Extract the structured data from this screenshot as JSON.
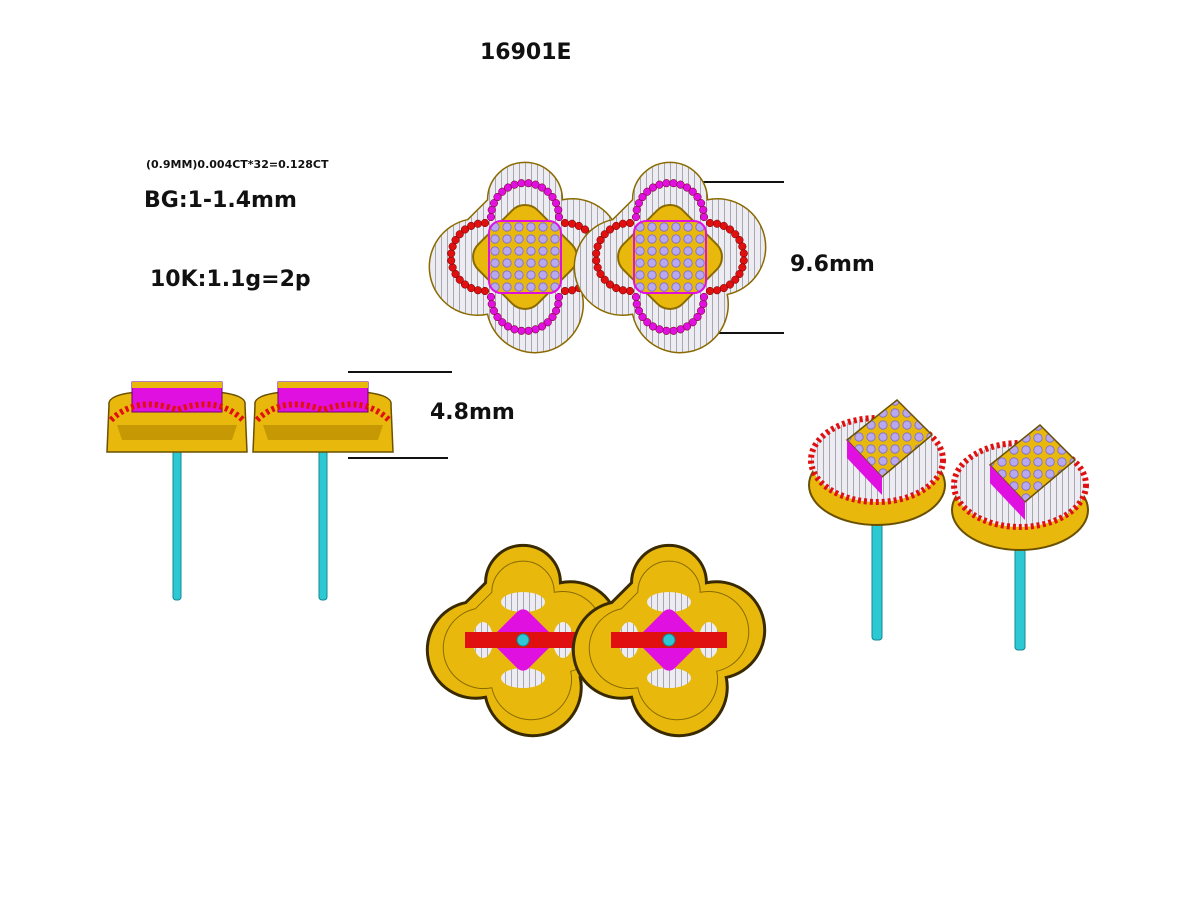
{
  "drawing": {
    "model_code": "16901E",
    "stone_spec": "(0.9MM)0.004CT*32=0.128CT",
    "baguette_spec": "BG:1-1.4mm",
    "metal_weight": "10K:1.1g=2p",
    "dim_width": "9.6mm",
    "dim_height": "4.8mm"
  },
  "views": [
    {
      "name": "top-view-pair"
    },
    {
      "name": "side-view-pair"
    },
    {
      "name": "perspective-view-pair"
    },
    {
      "name": "back-view-pair"
    }
  ],
  "colors": {
    "gold": "#e8b90c",
    "gold_dark": "#8a6a00",
    "magenta": "#e010e0",
    "red": "#e01010",
    "post": "#2cc8d4",
    "diamond": "#d8d8e8",
    "center_stones": "#b8a8f0"
  }
}
